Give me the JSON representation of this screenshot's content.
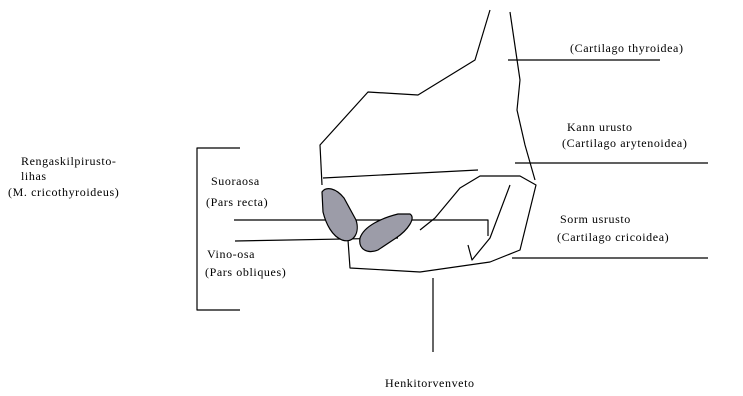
{
  "labels": {
    "thyroid_latin": "(Cartilago thyroidea)",
    "arytenoid_fi": "Kann urusto",
    "arytenoid_latin": "(Cartilago arytenoidea)",
    "cricoid_fi": "Sorm usrusto",
    "cricoid_latin": "(Cartilago cricoidea)",
    "muscle_fi_line1": "Rengaskilpirusto-",
    "muscle_fi_line2": "lihas",
    "muscle_latin": "(M. cricothyroideus)",
    "recta_fi": "Suoraosa",
    "recta_latin": "(Pars recta)",
    "obliqua_fi": "Vino-osa",
    "obliqua_latin": "(Pars obliques)",
    "trachea_fi": "Henkitorvenveto"
  },
  "colors": {
    "line": "#000000",
    "muscle_fill": "#9c9ca8"
  }
}
